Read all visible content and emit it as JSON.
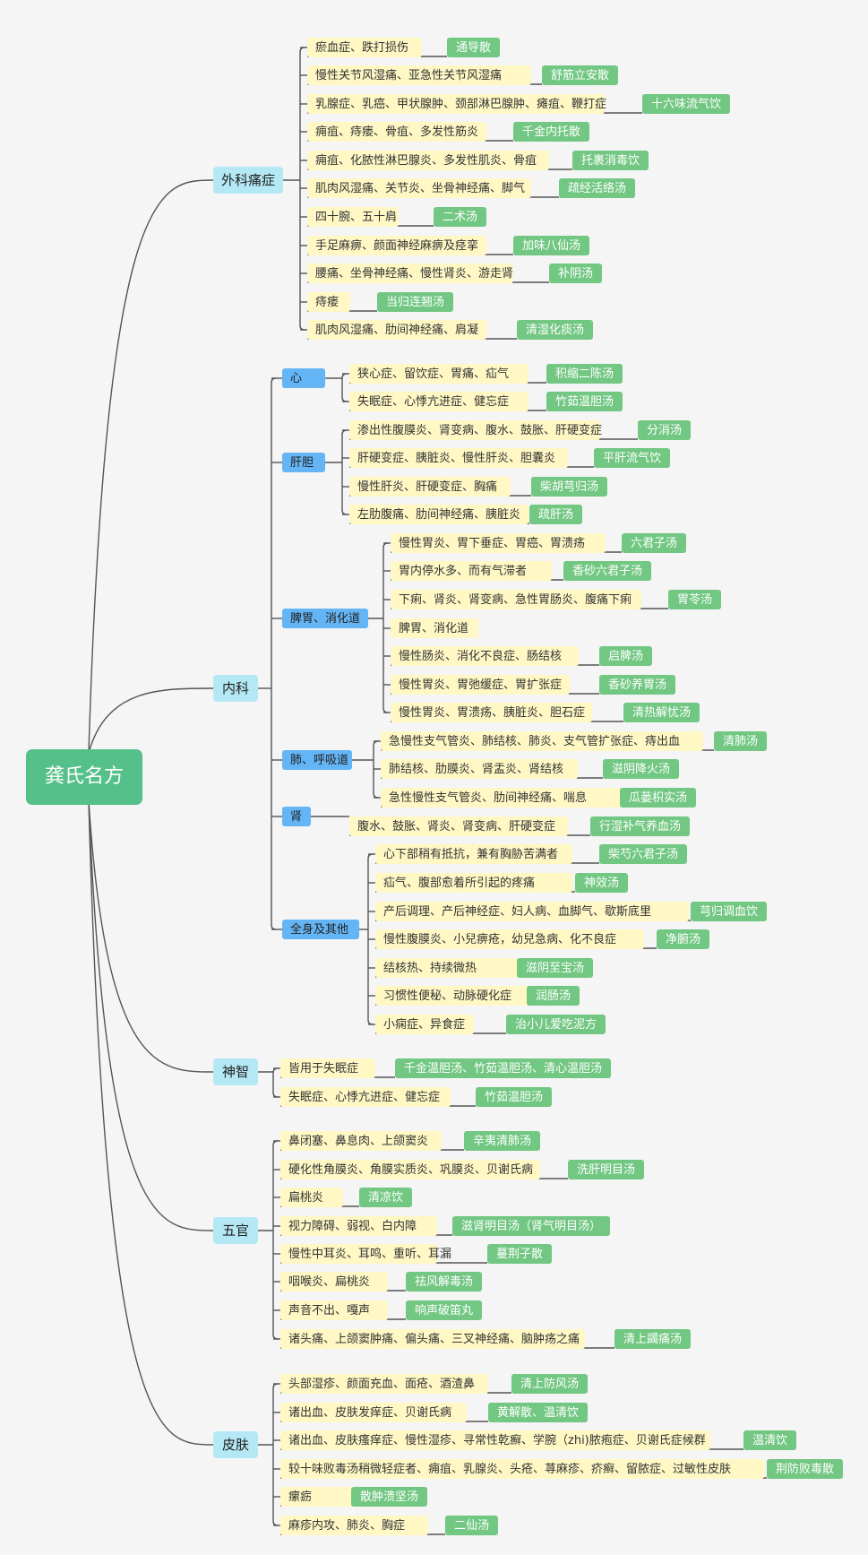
{
  "root": {
    "label": "龚氏名方"
  },
  "colors": {
    "root": "#55c08a",
    "category": "#b4e8f5",
    "subgroup": "#64b5f6",
    "symptom": "#fff8c5",
    "prescription": "#72c782",
    "line": "#555555"
  },
  "categories": [
    {
      "label": "外科痛症",
      "groups": [
        {
          "label": "",
          "items": [
            {
              "symptom": "瘀血症、跌打损伤",
              "prescription": "通导散"
            },
            {
              "symptom": "慢性关节风湿痛、亚急性关节风湿痛",
              "prescription": "舒筋立安散"
            },
            {
              "symptom": "乳腺症、乳癌、甲状腺肿、颈部淋巴腺肿、瘫疽、鞭打症",
              "prescription": "十六味流气饮"
            },
            {
              "symptom": "痈疽、痔瘘、骨疽、多发性筋炎",
              "prescription": "千金内托散"
            },
            {
              "symptom": "痈疽、化脓性淋巴腺炎、多发性肌炎、骨疽",
              "prescription": "托裹消毒饮"
            },
            {
              "symptom": "肌肉风湿痛、关节炎、坐骨神经痛、脚气",
              "prescription": "疏经活络汤"
            },
            {
              "symptom": "四十腕、五十肩",
              "prescription": "二术汤"
            },
            {
              "symptom": "手足麻痹、颜面神经麻痹及痉挛",
              "prescription": "加味八仙汤"
            },
            {
              "symptom": "腰痛、坐骨神经痛、慢性肾炎、游走肾",
              "prescription": "补阴汤"
            },
            {
              "symptom": "痔瘘",
              "prescription": "当归连翘汤"
            },
            {
              "symptom": "肌肉风湿痛、肋间神经痛、肩凝",
              "prescription": "清湿化痰汤"
            }
          ]
        }
      ]
    },
    {
      "label": "内科",
      "groups": [
        {
          "label": "心",
          "items": [
            {
              "symptom": "狭心症、留饮症、胃痛、疝气",
              "prescription": "积缩二陈汤"
            },
            {
              "symptom": "失眠症、心悸亢进症、健忘症",
              "prescription": "竹茹温胆汤"
            }
          ]
        },
        {
          "label": "肝胆",
          "items": [
            {
              "symptom": "渗出性腹膜炎、肾变病、腹水、鼓胀、肝硬变症",
              "prescription": "分消汤"
            },
            {
              "symptom": "肝硬变症、胰脏炎、慢性肝炎、胆囊炎",
              "prescription": "平肝流气饮"
            },
            {
              "symptom": "慢性肝炎、肝硬变症、胸痛",
              "prescription": "柴胡芎归汤"
            },
            {
              "symptom": "左肋腹痛、肋间神经痛、胰脏炎",
              "prescription": "疏肝汤"
            }
          ]
        },
        {
          "label": "脾胃、消化道",
          "items": [
            {
              "symptom": "慢性胃炎、胃下垂症、胃癌、胃溃疡",
              "prescription": "六君子汤"
            },
            {
              "symptom": "胃内停水多、而有气滞者",
              "prescription": "香砂六君子汤"
            },
            {
              "symptom": "下痢、肾炎、肾变病、急性胃肠炎、腹痛下痢",
              "prescription": "胃苓汤"
            },
            {
              "symptom": "脾胃、消化道",
              "prescription": ""
            },
            {
              "symptom": "慢性肠炎、消化不良症、肠结核",
              "prescription": "启脾汤"
            },
            {
              "symptom": "慢性胃炎、胃弛缓症、胃扩张症",
              "prescription": "香砂养胃汤"
            },
            {
              "symptom": "慢性胃炎、胃溃疡、胰脏炎、胆石症",
              "prescription": "清热解忧汤"
            }
          ]
        },
        {
          "label": "肺、呼吸道",
          "items": [
            {
              "symptom": "急慢性支气管炎、肺结核、肺炎、支气管扩张症、痔出血",
              "prescription": "清肺汤"
            },
            {
              "symptom": "肺结核、肋膜炎、肾盂炎、肾结核",
              "prescription": "滋阴降火汤"
            },
            {
              "symptom": "急性慢性支气管炎、肋间神经痛、喘息",
              "prescription": "瓜蒌枳实汤"
            }
          ]
        },
        {
          "label": "肾",
          "items": [
            {
              "symptom": "腹水、鼓胀、肾炎、肾变病、肝硬变症",
              "prescription": "行湿补气养血汤"
            }
          ]
        },
        {
          "label": "全身及其他",
          "items": [
            {
              "symptom": "心下部稍有抵抗，兼有胸胁苦满者",
              "prescription": "柴芍六君子汤"
            },
            {
              "symptom": "疝气、腹部愈着所引起的疼痛",
              "prescription": "神效汤"
            },
            {
              "symptom": "产后调理、产后神经症、妇人病、血脚气、歇斯底里",
              "prescription": "芎归调血饮"
            },
            {
              "symptom": "慢性腹膜炎、小兒痹疮，幼兒急病、化不良症",
              "prescription": "净腑汤"
            },
            {
              "symptom": "结核热、持续微热",
              "prescription": "滋阴至宝汤"
            },
            {
              "symptom": "习惯性便秘、动脉硬化症",
              "prescription": "润肠汤"
            },
            {
              "symptom": "小痫症、异食症",
              "prescription": "治小儿爱吃泥方"
            }
          ]
        }
      ]
    },
    {
      "label": "神智",
      "groups": [
        {
          "label": "",
          "items": [
            {
              "symptom": "皆用于失眠症",
              "prescription": "千金温胆汤、竹茹温胆汤、清心温胆汤"
            },
            {
              "symptom": "失眠症、心悸亢进症、健忘症",
              "prescription": "竹茹温胆汤"
            }
          ]
        }
      ]
    },
    {
      "label": "五官",
      "groups": [
        {
          "label": "",
          "items": [
            {
              "symptom": "鼻闭塞、鼻息肉、上颌窦炎",
              "prescription": "辛夷清肺汤"
            },
            {
              "symptom": "硬化性角膜炎、角膜实质炎、巩膜炎、贝谢氏病",
              "prescription": "洗肝明目汤"
            },
            {
              "symptom": "扁桃炎",
              "prescription": "清凉饮"
            },
            {
              "symptom": "视力障碍、弱视、白内障",
              "prescription": "滋肾明目汤（肾气明目汤）"
            },
            {
              "symptom": "慢性中耳炎、耳鸣、重听、耳漏",
              "prescription": "蔓荆子散"
            },
            {
              "symptom": "咽喉炎、扁桃炎",
              "prescription": "祛风解毒汤"
            },
            {
              "symptom": "声音不出、嘎声",
              "prescription": "响声破笛丸"
            },
            {
              "symptom": "诸头痛、上颌窦肿痛、偏头痛、三叉神经痛、脑肿疡之痛",
              "prescription": "清上蠲痛汤"
            }
          ]
        }
      ]
    },
    {
      "label": "皮肤",
      "groups": [
        {
          "label": "",
          "items": [
            {
              "symptom": "头部湿疹、颜面充血、面疮、酒渣鼻",
              "prescription": "清上防风汤"
            },
            {
              "symptom": "诸出血、皮肤发痒症、贝谢氏病",
              "prescription": "黄解散、温清饮"
            },
            {
              "symptom": "诸出血、皮肤瘙痒症、慢性湿疹、寻常性乾癬、学腕（zhi)脓疱症、贝谢氏症候群",
              "prescription": "温清饮"
            },
            {
              "symptom": "较十味败毒汤稍微轻症者、痈疽、乳腺炎、头疮、荨麻疹、疥癣、留脓症、过敏性皮肤",
              "prescription": "荆防败毒散"
            },
            {
              "symptom": "瘰疬",
              "prescription": "散肿溃坚汤"
            },
            {
              "symptom": "麻疹内攻、肺炎、胸症",
              "prescription": "二仙汤"
            }
          ]
        }
      ]
    }
  ]
}
